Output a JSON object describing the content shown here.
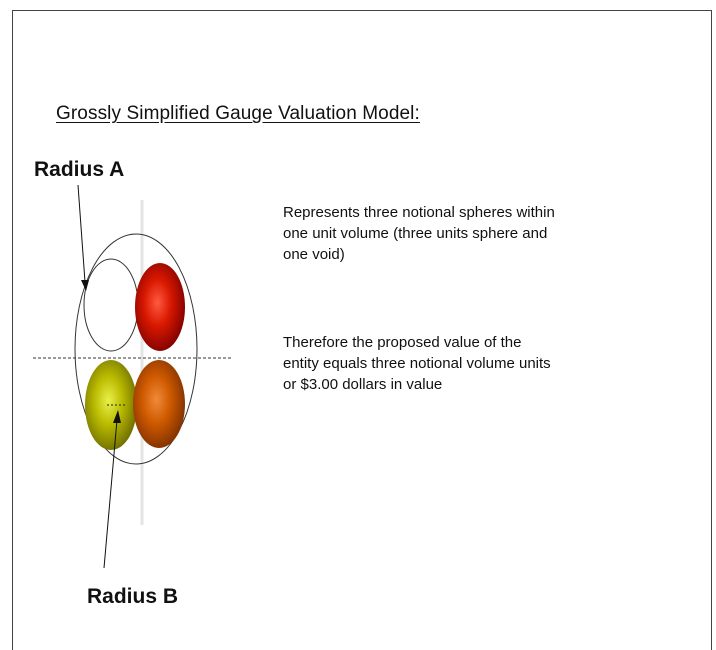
{
  "title": "Grossly Simplified Gauge Valuation Model:",
  "labels": {
    "radius_a": "Radius A",
    "radius_b": "Radius B"
  },
  "description": {
    "paragraph_1": [
      "Represents three notional spheres within",
      "one unit volume (three units sphere and",
      "one void)"
    ],
    "paragraph_2": [
      "Therefore the proposed value of the",
      "entity equals three notional volume units",
      "or $3.00 dollars in value"
    ]
  },
  "spheres": [
    {
      "name": "void",
      "color": "#ffffff"
    },
    {
      "name": "red",
      "color": "#d41000"
    },
    {
      "name": "yellow",
      "color": "#b8b800"
    },
    {
      "name": "orange",
      "color": "#d05a00"
    }
  ]
}
